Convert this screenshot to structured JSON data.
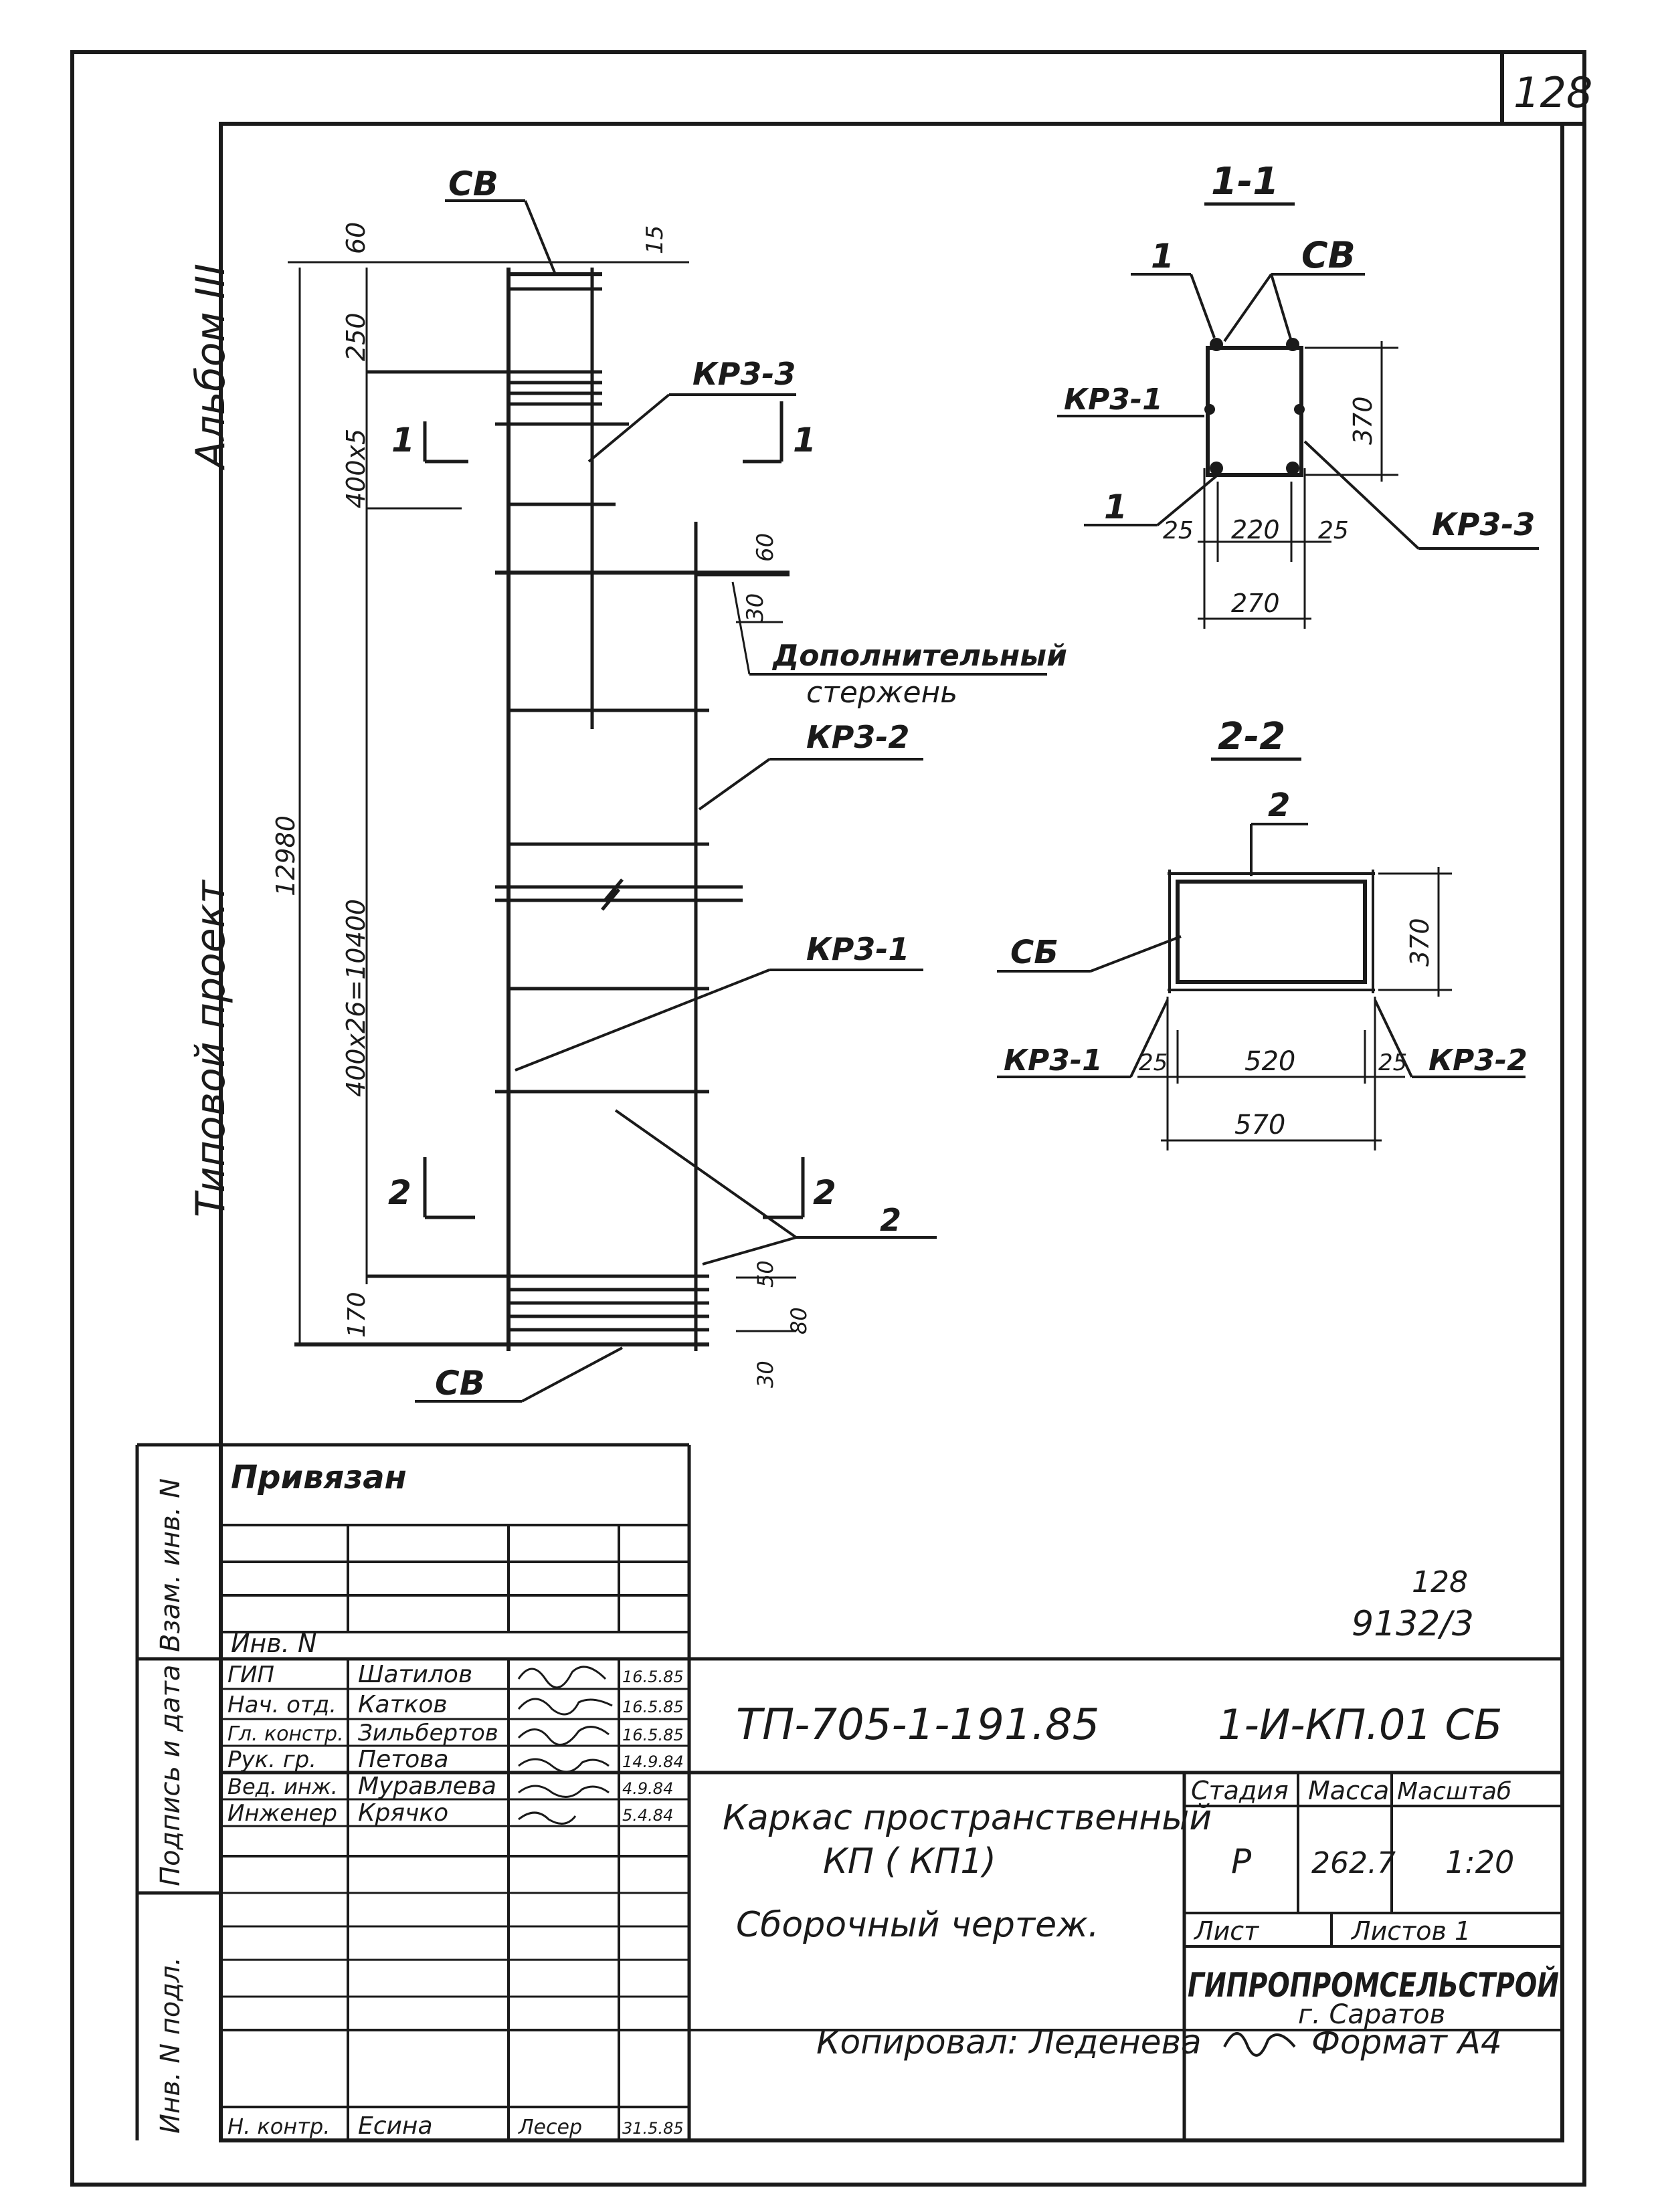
{
  "sheet": {
    "page_number": "128",
    "album": "Альбом III",
    "typical_project": "Типовой проект",
    "stamp_page": "128",
    "stamp_code": "9132/3"
  },
  "drawing": {
    "labels": {
      "cb_top": "СВ",
      "kr33": "КР3-3",
      "dop": "Дополнительный",
      "sterzhen": "стержень",
      "kr32": "КР3-2",
      "kr31": "КР3-1",
      "two": "2",
      "cb_bottom": "СВ",
      "sec1_left": "1",
      "sec1_right": "1",
      "sec2_left": "2",
      "sec2_right": "2"
    },
    "dims": {
      "d60": "60",
      "d15": "15",
      "d250": "250",
      "d400x5": "400х5",
      "d12980": "12980",
      "d60b": "60",
      "d30": "30",
      "d40026": "400х26=10400",
      "d170": "170",
      "d50": "50",
      "d80": "80",
      "d30b": "30"
    }
  },
  "section11": {
    "title": "1-1",
    "label_1_top": "1",
    "label_cb": "СВ",
    "label_kr31": "КР3-1",
    "label_1_bottom": "1",
    "label_kr33": "КР3-3",
    "dim_370": "370",
    "dim_25a": "25",
    "dim_220": "220",
    "dim_25b": "25",
    "dim_270": "270"
  },
  "section22": {
    "title": "2-2",
    "label_2": "2",
    "label_cb": "СБ",
    "label_kr31": "КР3-1",
    "label_kr32": "КР3-2",
    "dim_370": "370",
    "dim_25a": "25",
    "dim_520": "520",
    "dim_25b": "25",
    "dim_570": "570"
  },
  "title_block": {
    "privyazan": "Привязан",
    "side_vzam": "Взам. инв. N",
    "side_podpis": "Подпись и дата",
    "side_inv": "Инв. N подл.",
    "inv_n": "Инв. N",
    "roles": [
      {
        "role": "ГИП",
        "name": "Шатилов",
        "date": "16.5.85"
      },
      {
        "role": "Нач. отд.",
        "name": "Катков",
        "date": "16.5.85"
      },
      {
        "role": "Гл. констр.",
        "name": "Зильбертов",
        "date": "16.5.85"
      },
      {
        "role": "Рук. гр.",
        "name": "Петова",
        "date": "14.9.84"
      },
      {
        "role": "Вед. инж.",
        "name": "Муравлева",
        "date": "4.9.84"
      },
      {
        "role": "Инженер",
        "name": "Крячко",
        "date": "5.4.84"
      }
    ],
    "norm_control": {
      "role": "Н. контр.",
      "name": "Есина",
      "signature": "Лесер",
      "date": "31.5.85"
    },
    "project_code": "ТП-705-1-191.85",
    "doc_code": "1-И-КП.01 СБ",
    "description_1": "Каркас пространственный",
    "description_2": "КП ( КП1)",
    "description_3": "Сборочный чертеж.",
    "stage_header": "Стадия",
    "mass_header": "Масса",
    "scale_header": "Масштаб",
    "stage": "Р",
    "mass": "262.7",
    "scale": "1:20",
    "sheet_label": "Лист",
    "sheets_label": "Листов 1",
    "org": "ГИПРОПРОМСЕЛЬСТРОЙ",
    "city": "г. Саратов"
  },
  "footer": {
    "copied": "Копировал: Леденева",
    "format": "Формат А4"
  }
}
